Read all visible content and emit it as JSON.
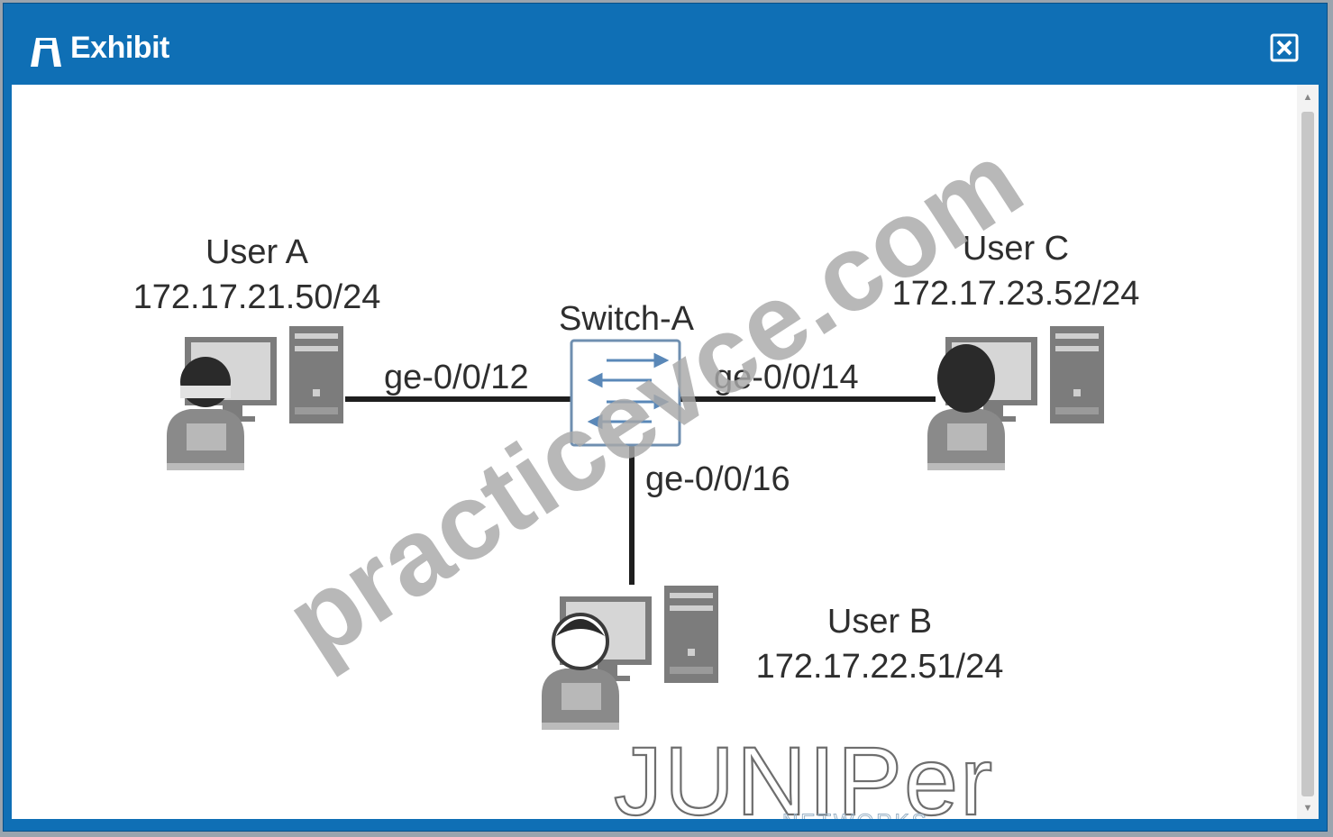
{
  "window": {
    "title": "Exhibit",
    "title_icon": "exhibit-icon",
    "close_icon": "close-icon"
  },
  "diagram": {
    "switch": {
      "name": "Switch-A"
    },
    "users": [
      {
        "name": "User A",
        "ip": "172.17.21.50/24"
      },
      {
        "name": "User C",
        "ip": "172.17.23.52/24"
      },
      {
        "name": "User B",
        "ip": "172.17.22.51/24"
      }
    ],
    "ports": [
      "ge-0/0/12",
      "ge-0/0/14",
      "ge-0/0/16"
    ]
  },
  "watermark": "practicevce.com",
  "logo": {
    "main": "JUNIPer",
    "sub": "NETWORKS"
  },
  "colors": {
    "titlebar": "#0f6fb5",
    "switch_arrows": "#5a88b8"
  }
}
